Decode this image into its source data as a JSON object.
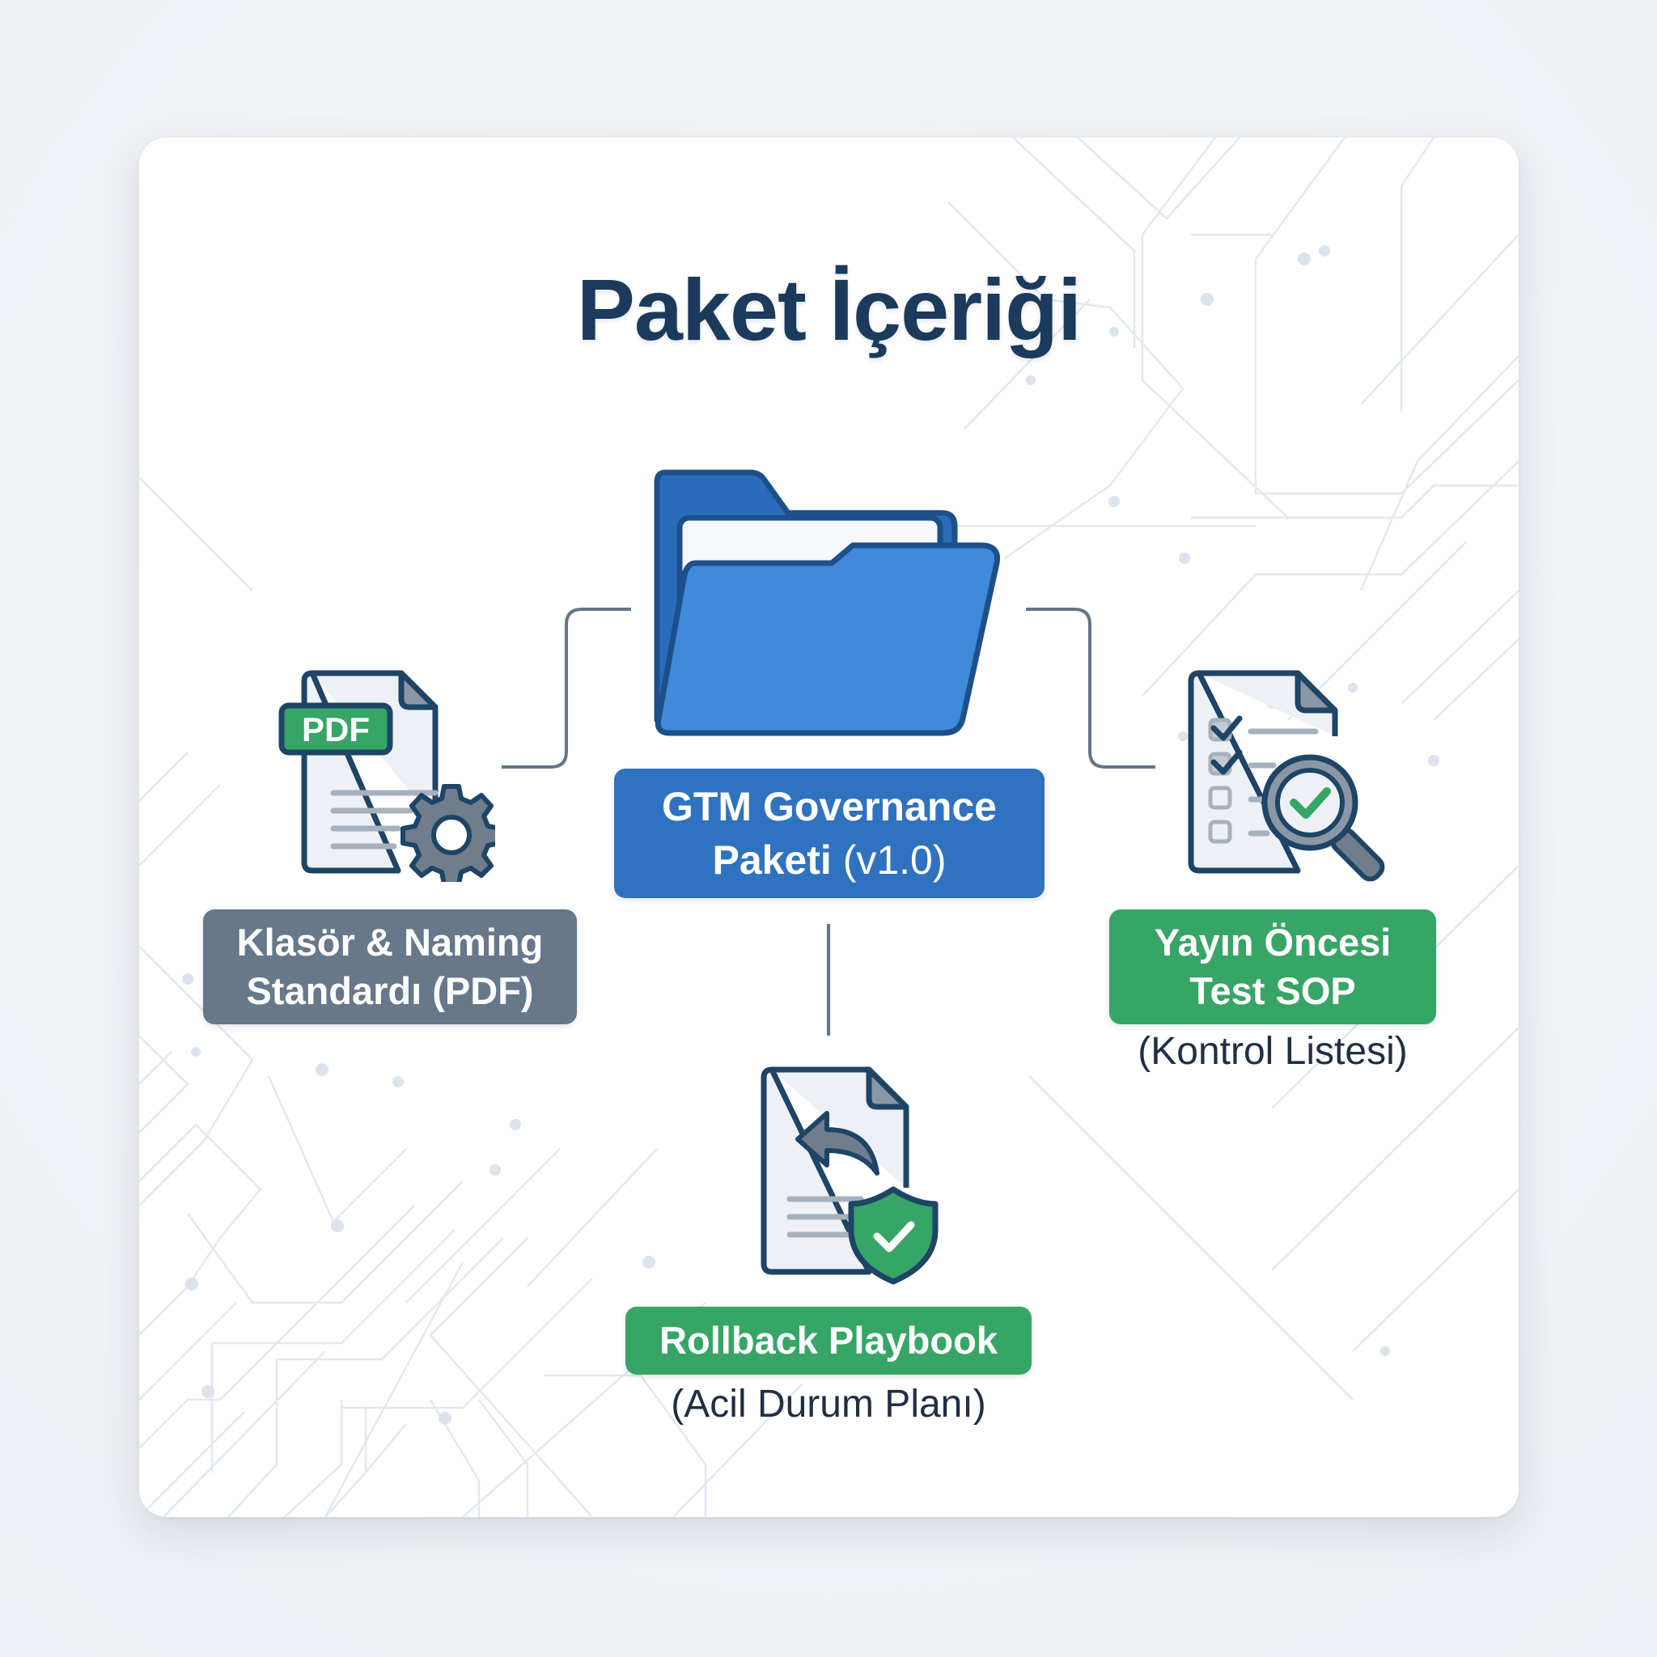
{
  "title": "Paket İçeriği",
  "colors": {
    "title": "#1b3a5c",
    "folder_blue": "#3f8ad9",
    "folder_outline": "#1d5a9c",
    "main_box": "#2f72c0",
    "gray_box": "#66788a",
    "green_box": "#37a566",
    "connector": "#637587",
    "icon_outline": "#1e4466",
    "background": "#eef1f5",
    "card": "#ffffff"
  },
  "center": {
    "icon": "open-folder-icon",
    "label_line1": "GTM Governance",
    "label_line2_bold": "Paketi",
    "label_line2_light": "(v1.0)"
  },
  "items": [
    {
      "id": "naming-standard",
      "icon": "pdf-document-gear-icon",
      "badge": "PDF",
      "label_line1": "Klasör & Naming",
      "label_line2": "Standardı (PDF)",
      "subtitle": ""
    },
    {
      "id": "pre-release-test",
      "icon": "checklist-magnifier-icon",
      "label_line1": "Yayın Öncesi",
      "label_line2": "Test SOP",
      "subtitle": "(Kontrol Listesi)"
    },
    {
      "id": "rollback",
      "icon": "undo-document-shield-icon",
      "label_line1": "Rollback Playbook",
      "subtitle": "(Acil Durum Planı)"
    }
  ]
}
